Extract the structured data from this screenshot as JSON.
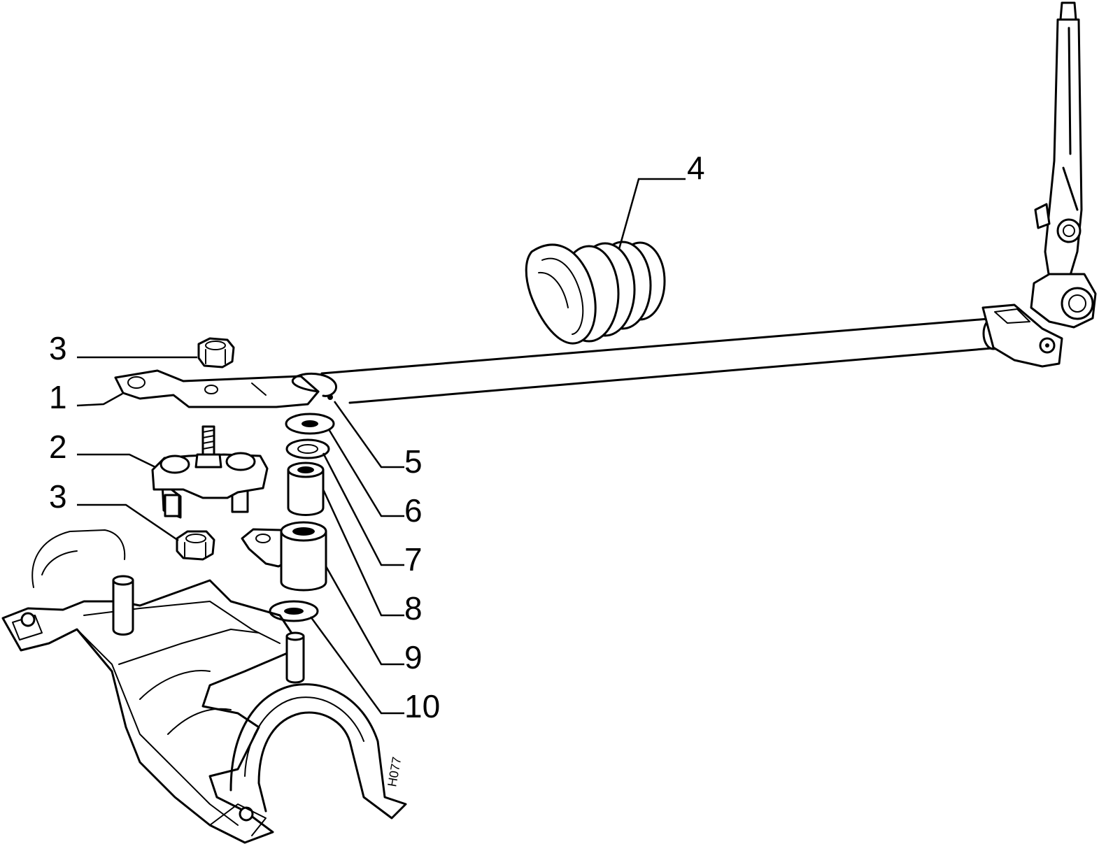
{
  "callouts": [
    {
      "id": "1",
      "label": "1"
    },
    {
      "id": "2",
      "label": "2"
    },
    {
      "id": "3a",
      "label": "3"
    },
    {
      "id": "3b",
      "label": "3"
    },
    {
      "id": "4",
      "label": "4"
    },
    {
      "id": "5",
      "label": "5"
    },
    {
      "id": "6",
      "label": "6"
    },
    {
      "id": "7",
      "label": "7"
    },
    {
      "id": "8",
      "label": "8"
    },
    {
      "id": "9",
      "label": "9"
    },
    {
      "id": "10",
      "label": "10"
    }
  ],
  "drawing_code": "H077"
}
